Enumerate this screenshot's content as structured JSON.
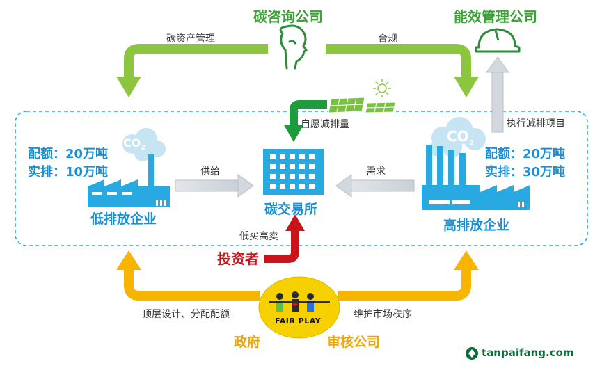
{
  "top": {
    "consulting": "碳咨询公司",
    "energy": "能效管理公司",
    "asset_mgmt": "碳资产管理",
    "compliance": "合规"
  },
  "middle": {
    "voluntary": "自愿减排量",
    "execute": "执行减排项目",
    "supply": "供给",
    "demand": "需求",
    "exchange": "碳交易所",
    "low_buy_high_sell": "低买高卖",
    "investor": "投资者"
  },
  "low_enterprise": {
    "quota": "配额：20万吨",
    "actual": "实排：10万吨",
    "name": "低排放企业",
    "co2": "CO",
    "co2_sub": "2"
  },
  "high_enterprise": {
    "quota": "配额：20万吨",
    "actual": "实排：30万吨",
    "name": "高排放企业",
    "co2": "CO",
    "co2_sub": "2"
  },
  "bottom": {
    "design": "顶层设计、分配配额",
    "maintain": "维护市场秩序",
    "government": "政府",
    "audit": "审核公司",
    "fair_play": "FAIR PLAY"
  },
  "watermark": "tanpaifang.com",
  "colors": {
    "green": "#8cc63f",
    "dark_green": "#1e9b3c",
    "blue": "#1a8fd6",
    "light_blue": "#29a9e1",
    "orange": "#f7b500",
    "red": "#c8151b",
    "grey_arrow": "#d3d8de"
  }
}
